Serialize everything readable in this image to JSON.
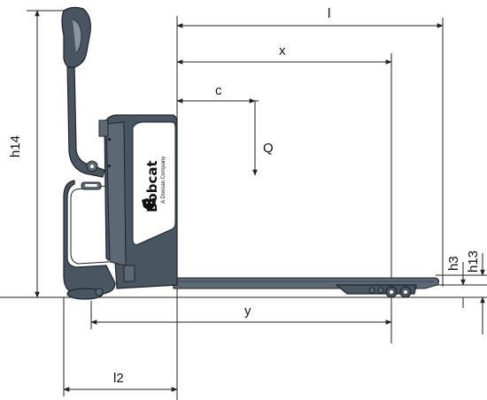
{
  "dimensions": {
    "l": "l",
    "x": "x",
    "c": "c",
    "Q": "Q",
    "h14": "h14",
    "h3": "h3",
    "h13": "h13",
    "y": "y",
    "l2": "l2"
  },
  "brand": {
    "name": "Bobcat",
    "tagline": "A Doosan Company"
  },
  "colors": {
    "truck_body": "#4a5562",
    "outline": "#1e2429",
    "panel": "#ffffff",
    "lines": "#222222"
  }
}
